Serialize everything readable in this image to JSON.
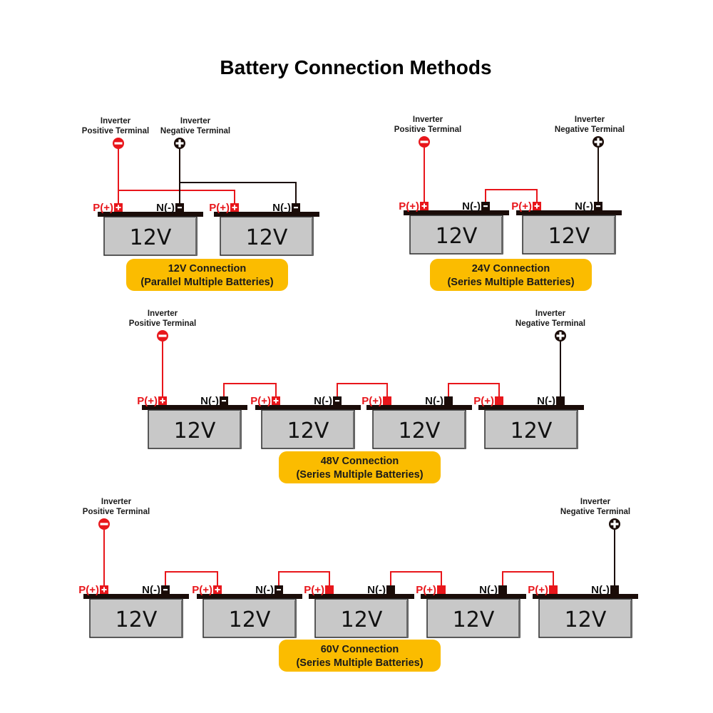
{
  "title": "Battery Connection Methods",
  "colors": {
    "positive": "#e8161b",
    "negative": "#1a0c08",
    "battery_body": "#c8c8c8",
    "battery_lid": "#1a0c08",
    "badge": "#fbbc00"
  },
  "icons": {
    "inverter_positive": "red-circle-minus-icon",
    "inverter_negative": "black-circle-plus-icon",
    "battery_positive_terminal": "red-square-plus-icon",
    "battery_negative_terminal": "black-square-minus-icon"
  },
  "labels": {
    "inverter_line1": "Inverter",
    "inverter_positive_line2": "Positive Terminal",
    "inverter_negative_line2": "Negative Terminal",
    "positive_terminal": "P(+)",
    "negative_terminal": "N(-)",
    "battery_voltage": "12V"
  },
  "configurations": [
    {
      "id": "12v",
      "connection": "12V Connection",
      "type": "(Parallel Multiple Batteries)",
      "battery_count": 2,
      "battery_voltage": "12V"
    },
    {
      "id": "24v",
      "connection": "24V Connection",
      "type": "(Series Multiple Batteries)",
      "battery_count": 2,
      "battery_voltage": "12V"
    },
    {
      "id": "48v",
      "connection": "48V Connection",
      "type": "(Series Multiple Batteries)",
      "battery_count": 4,
      "battery_voltage": "12V"
    },
    {
      "id": "60v",
      "connection": "60V Connection",
      "type": "(Series Multiple Batteries)",
      "battery_count": 5,
      "battery_voltage": "12V"
    }
  ]
}
